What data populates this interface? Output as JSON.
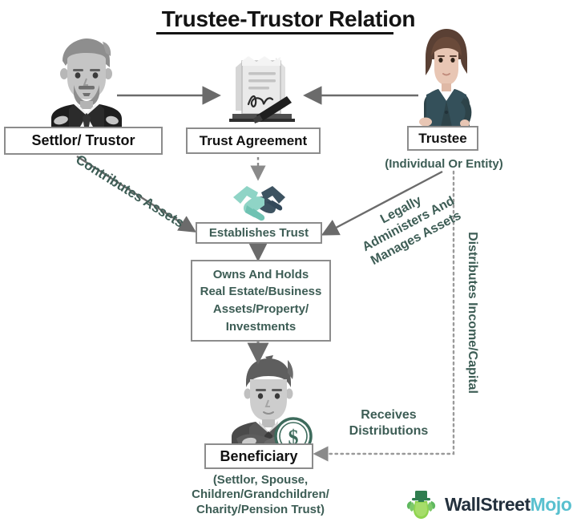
{
  "title": "Trustee-Trustor Relation",
  "nodes": {
    "settlor": {
      "label": "Settlor/ Trustor"
    },
    "agreement": {
      "label": "Trust Agreement"
    },
    "trustee": {
      "label": "Trustee",
      "caption": "(Individual Or Entity)"
    },
    "establishes": {
      "label": "Establishes Trust"
    },
    "holdings": {
      "label": "Owns And Holds\nReal Estate/Business\nAssets/Property/\nInvestments"
    },
    "beneficiary": {
      "label": "Beneficiary",
      "caption": "(Settlor, Spouse,\nChildren/Grandchildren/\nCharity/Pension Trust)"
    }
  },
  "edges": {
    "contributes": "Contributes Assets",
    "administers": "Legally\nAdministers And\nManages Assets",
    "distributes": "Distributes Income/Capital",
    "receives": "Receives\nDistributions"
  },
  "icons": {
    "settlor": "businessman-avatar-icon",
    "agreement": "signed-document-icon",
    "trustee": "businesswoman-avatar-icon",
    "handshake": "handshake-icon",
    "beneficiary": "beneficiary-avatar-icon",
    "dollar": "dollar-coin-icon",
    "logo": "wallstreetmojo-logo-icon"
  },
  "brand": {
    "name_primary": "WallStreet",
    "name_secondary": "Mojo"
  },
  "colors": {
    "text_dark": "#141414",
    "text_teal": "#3d5d55",
    "box_border": "#8c8c8c",
    "arrow": "#6b6b6b",
    "brand_dark": "#23303d",
    "brand_accent": "#58c0cf",
    "handshake_light": "#7fc9ba",
    "handshake_dark": "#3d5361"
  }
}
